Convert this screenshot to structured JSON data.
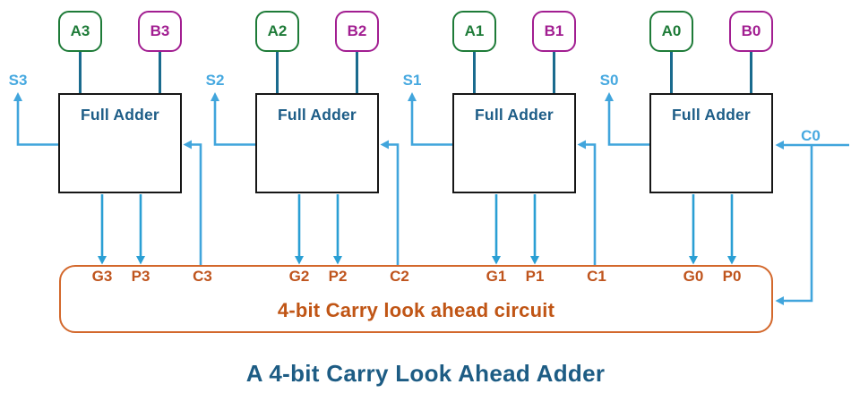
{
  "title": "A 4-bit Carry Look Ahead Adder",
  "cla": {
    "label": "4-bit Carry look ahead circuit"
  },
  "carry_in": {
    "label": "C0"
  },
  "stages": [
    {
      "bit": "3",
      "a": "A3",
      "b": "B3",
      "fa": "Full Adder",
      "s": "S3",
      "g": "G3",
      "p": "P3",
      "c": "C3"
    },
    {
      "bit": "2",
      "a": "A2",
      "b": "B2",
      "fa": "Full Adder",
      "s": "S2",
      "g": "G2",
      "p": "P2",
      "c": "C2"
    },
    {
      "bit": "1",
      "a": "A1",
      "b": "B1",
      "fa": "Full Adder",
      "s": "S1",
      "g": "G1",
      "p": "P1",
      "c": "C1"
    },
    {
      "bit": "0",
      "a": "A0",
      "b": "B0",
      "fa": "Full Adder",
      "s": "S0",
      "g": "G0",
      "p": "P0"
    }
  ],
  "colors": {
    "a_box_green": "#1e7b38",
    "b_box_magenta": "#a21e91",
    "input_wire_teal": "#1a6b8e",
    "signal_wire_blue": "#41a5dc",
    "gp_wire_cyan": "#2a9fd4",
    "gpc_label_rust": "#bf541d",
    "cla_border_orange": "#d3682c",
    "cla_text_orange": "#c05515",
    "fa_text_blue": "#1d5d87",
    "title_blue": "#1d5c84"
  }
}
